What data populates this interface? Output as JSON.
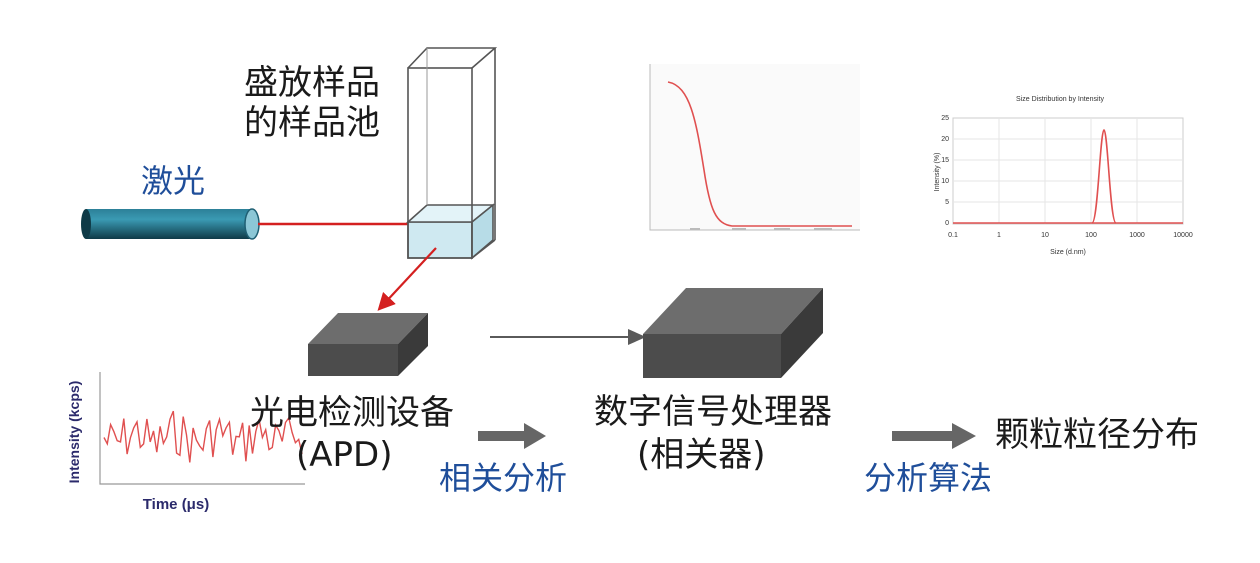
{
  "labels": {
    "laser": "激光",
    "cuvette_line1": "盛放样品",
    "cuvette_line2": "的样品池",
    "apd_line1": "光电检测设备",
    "apd_line2": "(APD)",
    "correlation": "相关分析",
    "dsp_line1": "数字信号处理器",
    "dsp_line2": "(相关器)",
    "algorithm": "分析算法",
    "result": "颗粒粒径分布"
  },
  "intensity_plot": {
    "ylabel": "Intensity (kcps)",
    "xlabel": "Time (μs)"
  },
  "size_plot": {
    "title": "Size Distribution by Intensity",
    "ylabel": "Intensity (%)",
    "xlabel": "Size (d.nm)",
    "x_ticks": [
      "0.1",
      "1",
      "10",
      "100",
      "1000",
      "10000"
    ],
    "y_ticks": [
      "0",
      "5",
      "10",
      "15",
      "20",
      "25"
    ]
  },
  "colors": {
    "text_black": "#1a1a1a",
    "text_blue": "#1f4e9a",
    "laser_beam": "#d42020",
    "box_dark": "#4a4a4a",
    "cuvette_liquid": "#cfe9f1",
    "laser_body": "#1f5f73",
    "arrow_gray": "#5a5a5a"
  }
}
